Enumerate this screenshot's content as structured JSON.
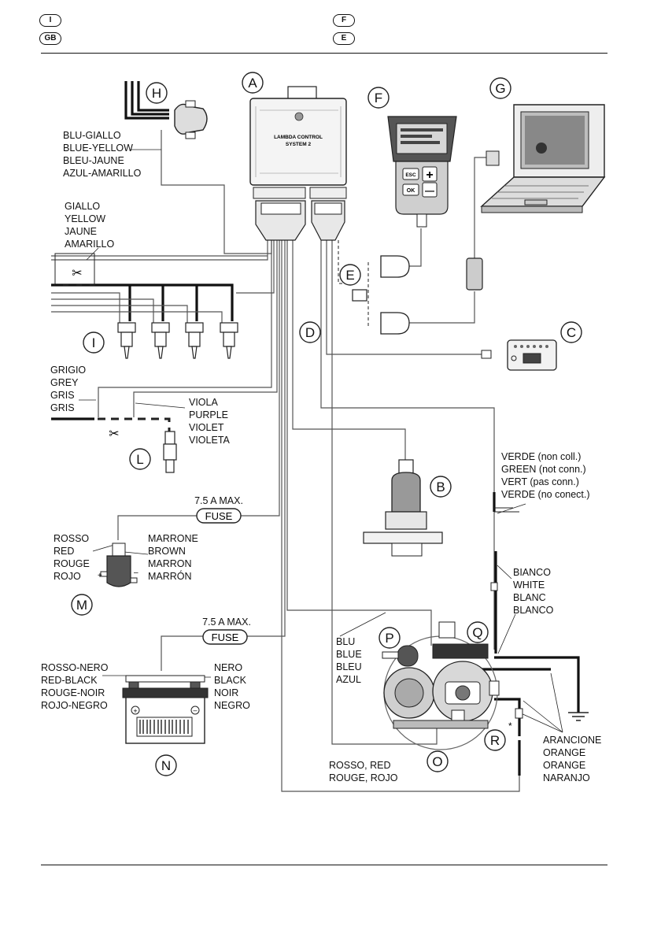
{
  "header": {
    "badges": [
      "I",
      "F",
      "GB",
      "E"
    ]
  },
  "components": {
    "A": "A",
    "B": "B",
    "C": "C",
    "D": "D",
    "E": "E",
    "F": "F",
    "G": "G",
    "H": "H",
    "I": "I",
    "L": "L",
    "M": "M",
    "N": "N",
    "O": "O",
    "P": "P",
    "Q": "Q",
    "R": "R"
  },
  "ecu": {
    "line1": "LAMBDA CONTROL",
    "line2": "SYSTEM 2"
  },
  "labels": {
    "h_wire": [
      "BLU-GIALLO",
      "BLUE-YELLOW",
      "BLEU-JAUNE",
      "AZUL-AMARILLO"
    ],
    "yellow_wire": [
      "GIALLO",
      "YELLOW",
      "JAUNE",
      "AMARILLO"
    ],
    "grey_wire": [
      "GRIGIO",
      "GREY",
      "GRIS",
      "GRIS"
    ],
    "purple_wire": [
      "VIOLA",
      "PURPLE",
      "VIOLET",
      "VIOLETA"
    ],
    "green_wire": [
      "VERDE (non coll.)",
      "GREEN (not conn.)",
      "VERT (pas conn.)",
      "VERDE (no conect.)"
    ],
    "white_wire": [
      "BIANCO",
      "WHITE",
      "BLANC",
      "BLANCO"
    ],
    "red_coil": [
      "ROSSO",
      "RED",
      "ROUGE",
      "ROJO"
    ],
    "brown_coil": [
      "MARRONE",
      "BROWN",
      "MARRON",
      "MARRÓN"
    ],
    "red_black": [
      "ROSSO-NERO",
      "RED-BLACK",
      "ROUGE-NOIR",
      "ROJO-NEGRO"
    ],
    "black": [
      "NERO",
      "BLACK",
      "NOIR",
      "NEGRO"
    ],
    "blue": [
      "BLU",
      "BLUE",
      "BLEU",
      "AZUL"
    ],
    "orange": [
      "ARANCIONE",
      "ORANGE",
      "ORANGE",
      "NARANJO"
    ],
    "red_o": [
      "ROSSO, RED",
      "ROUGE, ROJO"
    ]
  },
  "fuse": {
    "rating": "7.5 A MAX.",
    "label": "FUSE"
  },
  "keypad": {
    "esc": "ESC",
    "ok": "OK",
    "plus": "+",
    "minus": "—"
  },
  "star": "*"
}
